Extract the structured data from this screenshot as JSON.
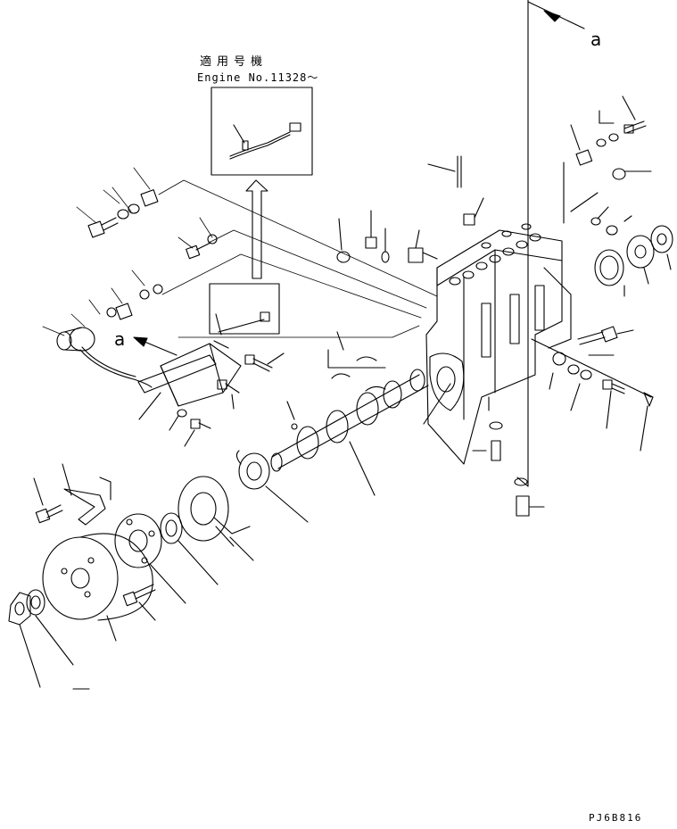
{
  "applicability": {
    "label_jp": "適用号機",
    "engine_no": "Engine No.11328～"
  },
  "reference_letters": {
    "top_right": "a",
    "left_middle": "a"
  },
  "drawing_code": "PJ6B816"
}
